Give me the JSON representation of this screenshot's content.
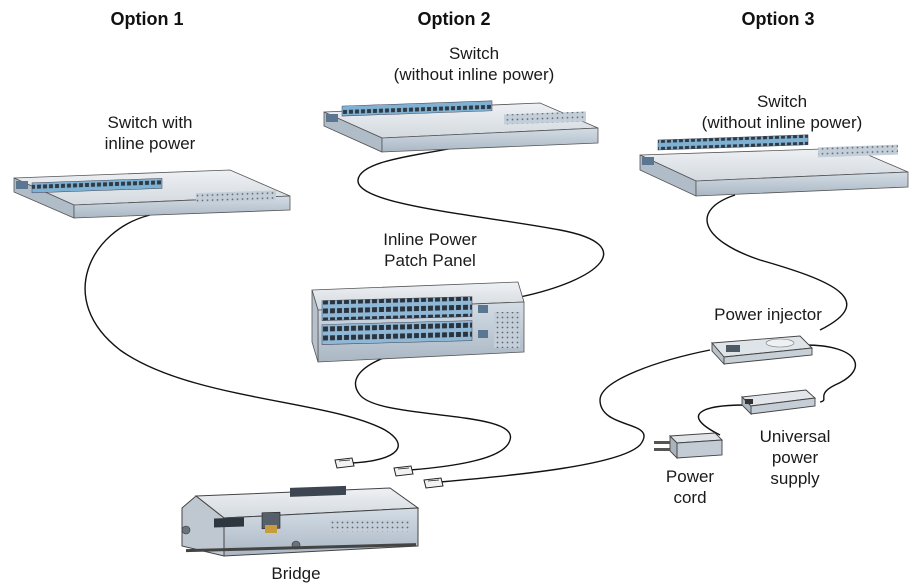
{
  "headers": {
    "option1": "Option 1",
    "option2": "Option 2",
    "option3": "Option 3"
  },
  "labels": {
    "switch_inline_line1": "Switch with",
    "switch_inline_line2": "inline power",
    "switch2_line1": "Switch",
    "switch2_line2": "(without inline power)",
    "switch3_line1": "Switch",
    "switch3_line2": "(without inline power)",
    "patch_panel_line1": "Inline Power",
    "patch_panel_line2": "Patch Panel",
    "power_injector": "Power injector",
    "ups_line1": "Universal",
    "ups_line2": "power",
    "ups_line3": "supply",
    "power_cord_line1": "Power",
    "power_cord_line2": "cord",
    "bridge": "Bridge"
  },
  "colors": {
    "device_top": "#dfe3e8",
    "device_front": "#c9d4de",
    "port_strip": "#7fb1d3",
    "cable": "#111111"
  },
  "icons": [
    "switch-icon",
    "patch-panel-icon",
    "power-injector-icon",
    "power-supply-icon",
    "power-cord-icon",
    "bridge-icon",
    "rj45-connector-icon"
  ]
}
